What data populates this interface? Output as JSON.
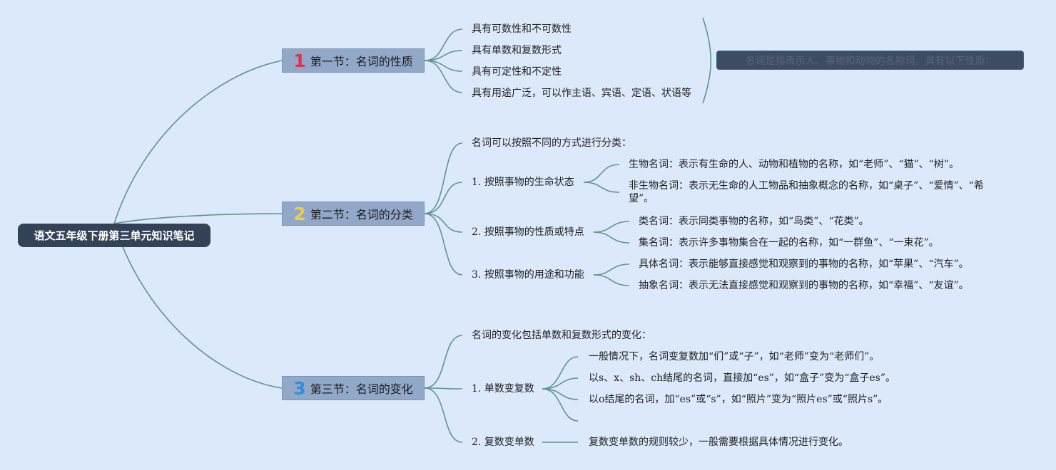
{
  "root": {
    "label": "语文五年级下册第三单元知识笔记"
  },
  "sections": [
    {
      "num": "1",
      "num_color": "#d9364b",
      "label": "第一节：名词的性质",
      "items": [
        "具有可数性和不可数性",
        "具有单数和复数形式",
        "具有可定性和不定性",
        "具有用途广泛，可以作主语、宾语、定语、状语等"
      ]
    },
    {
      "num": "2",
      "num_color": "#f3cc47",
      "label": "第二节：名词的分类",
      "intro": "名词可以按照不同的方式进行分类：",
      "groups": [
        {
          "label": "1. 按照事物的生命状态",
          "items": [
            "生物名词：表示有生命的人、动物和植物的名称，如“老师”、“猫”、“树”。",
            "非生物名词：表示无生命的人工物品和抽象概念的名称，如“桌子”、“爱情”、“希",
            "望”。"
          ]
        },
        {
          "label": "2. 按照事物的性质或特点",
          "items": [
            "类名词：表示同类事物的名称，如“鸟类”、“花类”。",
            "集名词：表示许多事物集合在一起的名称，如“一群鱼”、“一束花”。"
          ]
        },
        {
          "label": "3. 按照事物的用途和功能",
          "items": [
            "具体名词：表示能够直接感觉和观察到的事物的名称，如“苹果”、“汽车”。",
            "抽象名词：表示无法直接感觉和观察到的事物的名称，如“幸福”、“友谊”。"
          ]
        }
      ]
    },
    {
      "num": "3",
      "num_color": "#2e8fdc",
      "label": "第三节：名词的变化",
      "intro": "名词的变化包括单数和复数形式的变化：",
      "groups": [
        {
          "label": "1. 单数变复数",
          "items": [
            "一般情况下，名词变复数加“们”或“子”，如“老师”变为“老师们”。",
            "以s、x、sh、ch结尾的名词，直接加“es”，如“盒子”变为“盒子es”。",
            "以o结尾的名词，加“es”或“s”，如“照片”变为“照片es”或“照片s”。"
          ]
        },
        {
          "label": "2. 复数变单数",
          "items": [
            "复数变单数的规则较少，一般需要根据具体情况进行变化。"
          ]
        }
      ]
    }
  ],
  "note": {
    "label": "名词是指表示人、事物和动物的名称词，具有以下性质："
  },
  "colors": {
    "link": "#5f9590",
    "background": "#dbe9fb",
    "root": "#344257",
    "section": "#92a8c8"
  }
}
